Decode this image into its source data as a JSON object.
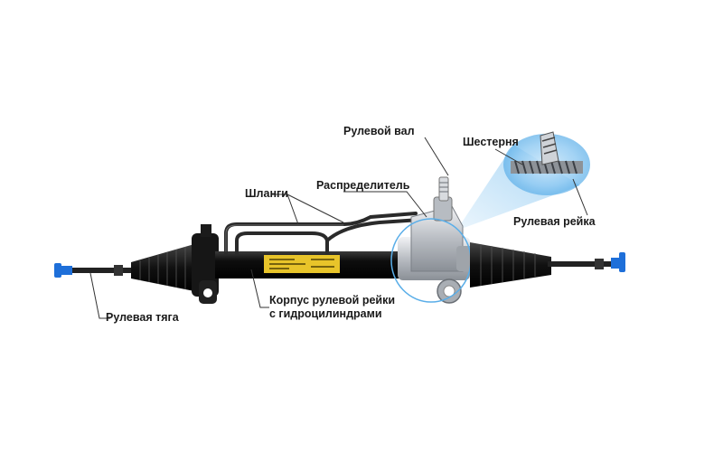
{
  "labels": {
    "steering_shaft": "Рулевой вал",
    "pinion": "Шестерня",
    "hoses": "Шланги",
    "distributor": "Распределитель",
    "rack": "Рулевая рейка",
    "tie_rod": "Рулевая тяга",
    "housing_line1": "Корпус рулевой рейки",
    "housing_line2": "с гидроцилиндрами"
  },
  "colors": {
    "boot": "#1a1a1a",
    "tube": "#151515",
    "valve_body": "#c9ccd0",
    "sticker": "#e8c42a",
    "end_cap": "#1e6fd9",
    "magnifier_glow": "#6ab8ee"
  }
}
